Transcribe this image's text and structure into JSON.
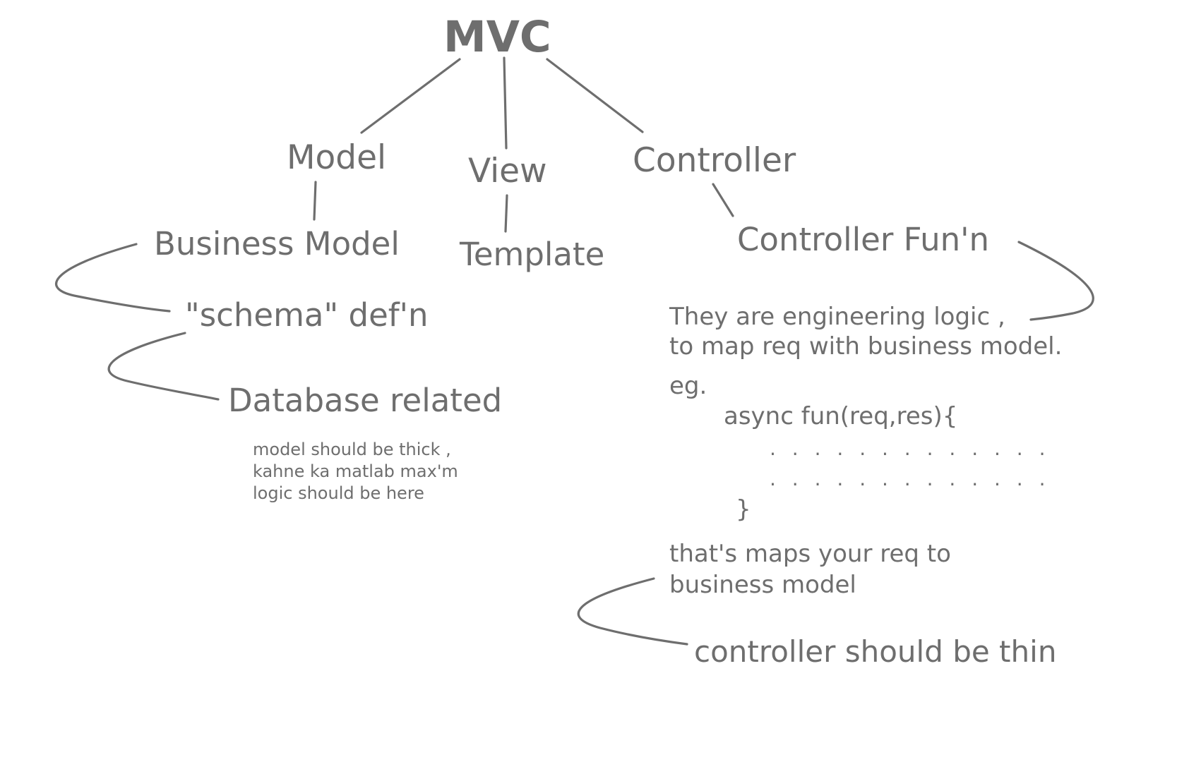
{
  "diagram": {
    "title": "MVC",
    "branches": {
      "model": "Model",
      "view": "View",
      "controller": "Controller"
    },
    "model_branch": {
      "business_model": "Business Model",
      "schema": "\"schema\" def'n",
      "database": "Database related",
      "note": "model should be thick ,\nkahne ka matlab max'm\nlogic should be here"
    },
    "view_branch": {
      "template": "Template"
    },
    "controller_branch": {
      "function": "Controller Fun'n",
      "description": "They are engineering logic ,\nto map req with business model.",
      "example_label": "eg.",
      "code_signature": "async fun(req,res){",
      "code_dots_1": ". . . . . . . . . . . . .",
      "code_dots_2": ". . . . . . . . . . . . .",
      "code_close": "}",
      "mapping_note": "that's maps your req to\nbusiness model",
      "conclusion": "controller should be thin"
    },
    "colors": {
      "ink": "#6e6e6e",
      "background": "#ffffff"
    }
  }
}
